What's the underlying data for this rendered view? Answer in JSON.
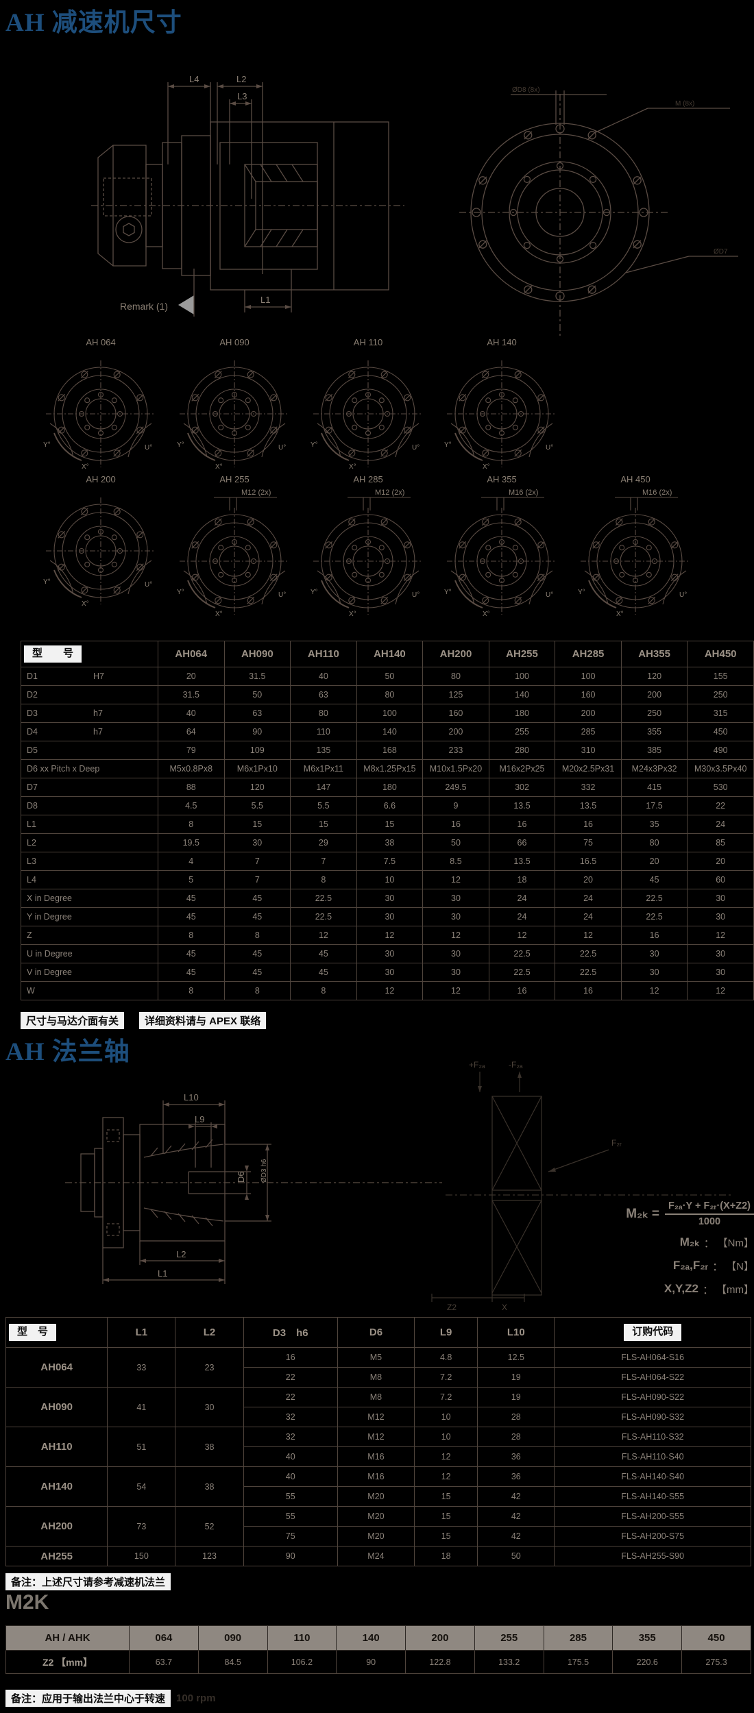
{
  "section1": {
    "title": "AH 减速机尺寸",
    "drawing": {
      "l4": "L4",
      "l2": "L2",
      "l3": "L3",
      "l1": "L1",
      "remark": "Remark (1)",
      "front_top_label": "ØD8 (8x)",
      "front_leader1": "M (8x)",
      "front_leader2": "ØD7"
    },
    "flange_labels": [
      "X°",
      "Y°",
      "U°"
    ],
    "models_row1": [
      {
        "name": "AH 064"
      },
      {
        "name": "AH 090"
      },
      {
        "name": "AH 110"
      },
      {
        "name": "AH 140"
      }
    ],
    "models_row2": [
      {
        "name": "AH 200"
      },
      {
        "name": "AH 255",
        "bolt": "M12 (2x)"
      },
      {
        "name": "AH 285",
        "bolt": "M12 (2x)"
      },
      {
        "name": "AH 355",
        "bolt": "M16 (2x)"
      },
      {
        "name": "AH 450",
        "bolt": "M16 (2x)"
      }
    ],
    "table": {
      "corner_label": "型　　号",
      "columns": [
        "AH064",
        "AH090",
        "AH110",
        "AH140",
        "AH200",
        "AH255",
        "AH285",
        "AH355",
        "AH450"
      ],
      "rows": [
        {
          "label": "D1",
          "tol": "H7",
          "values": [
            "20",
            "31.5",
            "40",
            "50",
            "80",
            "100",
            "100",
            "120",
            "155"
          ]
        },
        {
          "label": "D2",
          "tol": "",
          "values": [
            "31.5",
            "50",
            "63",
            "80",
            "125",
            "140",
            "160",
            "200",
            "250"
          ]
        },
        {
          "label": "D3",
          "tol": "h7",
          "values": [
            "40",
            "63",
            "80",
            "100",
            "160",
            "180",
            "200",
            "250",
            "315"
          ]
        },
        {
          "label": "D4",
          "tol": "h7",
          "values": [
            "64",
            "90",
            "110",
            "140",
            "200",
            "255",
            "285",
            "355",
            "450"
          ]
        },
        {
          "label": "D5",
          "tol": "",
          "values": [
            "79",
            "109",
            "135",
            "168",
            "233",
            "280",
            "310",
            "385",
            "490"
          ]
        },
        {
          "label": "D6 xx Pitch x Deep",
          "tol": "",
          "values": [
            "M5x0.8Px8",
            "M6x1Px10",
            "M6x1Px11",
            "M8x1.25Px15",
            "M10x1.5Px20",
            "M16x2Px25",
            "M20x2.5Px31",
            "M24x3Px32",
            "M30x3.5Px40"
          ]
        },
        {
          "label": "D7",
          "tol": "",
          "values": [
            "88",
            "120",
            "147",
            "180",
            "249.5",
            "302",
            "332",
            "415",
            "530"
          ]
        },
        {
          "label": "D8",
          "tol": "",
          "values": [
            "4.5",
            "5.5",
            "5.5",
            "6.6",
            "9",
            "13.5",
            "13.5",
            "17.5",
            "22"
          ]
        },
        {
          "label": "L1",
          "tol": "",
          "values": [
            "8",
            "15",
            "15",
            "15",
            "16",
            "16",
            "16",
            "35",
            "24"
          ]
        },
        {
          "label": "L2",
          "tol": "",
          "values": [
            "19.5",
            "30",
            "29",
            "38",
            "50",
            "66",
            "75",
            "80",
            "85"
          ]
        },
        {
          "label": "L3",
          "tol": "",
          "values": [
            "4",
            "7",
            "7",
            "7.5",
            "8.5",
            "13.5",
            "16.5",
            "20",
            "20"
          ]
        },
        {
          "label": "L4",
          "tol": "",
          "values": [
            "5",
            "7",
            "8",
            "10",
            "12",
            "18",
            "20",
            "45",
            "60"
          ]
        },
        {
          "label": "X in Degree",
          "tol": "",
          "values": [
            "45",
            "45",
            "22.5",
            "30",
            "30",
            "24",
            "24",
            "22.5",
            "30"
          ]
        },
        {
          "label": "Y in Degree",
          "tol": "",
          "values": [
            "45",
            "45",
            "22.5",
            "30",
            "30",
            "24",
            "24",
            "22.5",
            "30"
          ]
        },
        {
          "label": "Z",
          "tol": "",
          "values": [
            "8",
            "8",
            "12",
            "12",
            "12",
            "12",
            "12",
            "16",
            "12"
          ]
        },
        {
          "label": "U in Degree",
          "tol": "",
          "values": [
            "45",
            "45",
            "45",
            "30",
            "30",
            "22.5",
            "22.5",
            "30",
            "30"
          ]
        },
        {
          "label": "V in Degree",
          "tol": "",
          "values": [
            "45",
            "45",
            "45",
            "30",
            "30",
            "22.5",
            "22.5",
            "30",
            "30"
          ]
        },
        {
          "label": "W",
          "tol": "",
          "values": [
            "8",
            "8",
            "8",
            "12",
            "12",
            "16",
            "16",
            "12",
            "12"
          ]
        }
      ]
    },
    "notes": [
      "尺寸与马达介面有关",
      "详细资料请与 APEX 联络"
    ]
  },
  "section2": {
    "title": "AH 法兰轴",
    "drawing": {
      "l10": "L10",
      "l9": "L9",
      "d6": "D6",
      "d3": "ØD3 h6",
      "l2": "L2",
      "l1": "L1",
      "f2a_plus": "+F₂ₐ",
      "f2a_minus": "-F₂ₐ",
      "f2r": "F₂ᵣ",
      "z2": "Z2",
      "x": "X"
    },
    "formula": {
      "lhs": "M₂ₖ =",
      "numerator": "F₂ₐ·Y + F₂ᵣ·(X+Z2)",
      "denominator": "1000",
      "defs": [
        {
          "term": "M₂ₖ",
          "colon": "：",
          "unit": "【Nm】"
        },
        {
          "term": "F₂ₐ,F₂ᵣ",
          "colon": "：",
          "unit": "【N】"
        },
        {
          "term": "X,Y,Z2",
          "colon": "：",
          "unit": "【mm】"
        }
      ]
    },
    "table": {
      "corner_label": "型　号",
      "headers": {
        "l1": "L1",
        "l2": "L2",
        "d3": "D3　h6",
        "d6": "D6",
        "l9": "L9",
        "l10": "L10",
        "code": "订购代码"
      },
      "groups": [
        {
          "model": "AH064",
          "l1": "33",
          "l2": "23",
          "subrows": [
            [
              "16",
              "M5",
              "4.8",
              "12.5",
              "FLS-AH064-S16"
            ],
            [
              "22",
              "M8",
              "7.2",
              "19",
              "FLS-AH064-S22"
            ]
          ]
        },
        {
          "model": "AH090",
          "l1": "41",
          "l2": "30",
          "subrows": [
            [
              "22",
              "M8",
              "7.2",
              "19",
              "FLS-AH090-S22"
            ],
            [
              "32",
              "M12",
              "10",
              "28",
              "FLS-AH090-S32"
            ]
          ]
        },
        {
          "model": "AH110",
          "l1": "51",
          "l2": "38",
          "subrows": [
            [
              "32",
              "M12",
              "10",
              "28",
              "FLS-AH110-S32"
            ],
            [
              "40",
              "M16",
              "12",
              "36",
              "FLS-AH110-S40"
            ]
          ]
        },
        {
          "model": "AH140",
          "l1": "54",
          "l2": "38",
          "subrows": [
            [
              "40",
              "M16",
              "12",
              "36",
              "FLS-AH140-S40"
            ],
            [
              "55",
              "M20",
              "15",
              "42",
              "FLS-AH140-S55"
            ]
          ]
        },
        {
          "model": "AH200",
          "l1": "73",
          "l2": "52",
          "subrows": [
            [
              "55",
              "M20",
              "15",
              "42",
              "FLS-AH200-S55"
            ],
            [
              "75",
              "M20",
              "15",
              "42",
              "FLS-AH200-S75"
            ]
          ]
        },
        {
          "model": "AH255",
          "l1": "150",
          "l2": "123",
          "subrows": [
            [
              "90",
              "M24",
              "18",
              "50",
              "FLS-AH255-S90"
            ]
          ]
        }
      ]
    },
    "note": "备注：上述尺寸请参考减速机法兰"
  },
  "section3": {
    "title": "M2K",
    "table": {
      "header_label": "AH / AHK",
      "columns": [
        "064",
        "090",
        "110",
        "140",
        "200",
        "255",
        "285",
        "355",
        "450"
      ],
      "row_label": "Z2 【mm】",
      "values": [
        "63.7",
        "84.5",
        "106.2",
        "90",
        "122.8",
        "133.2",
        "175.5",
        "220.6",
        "275.3"
      ]
    },
    "note": "备注：应用于输出法兰中心于转速",
    "note_suffix": "100 rpm"
  }
}
